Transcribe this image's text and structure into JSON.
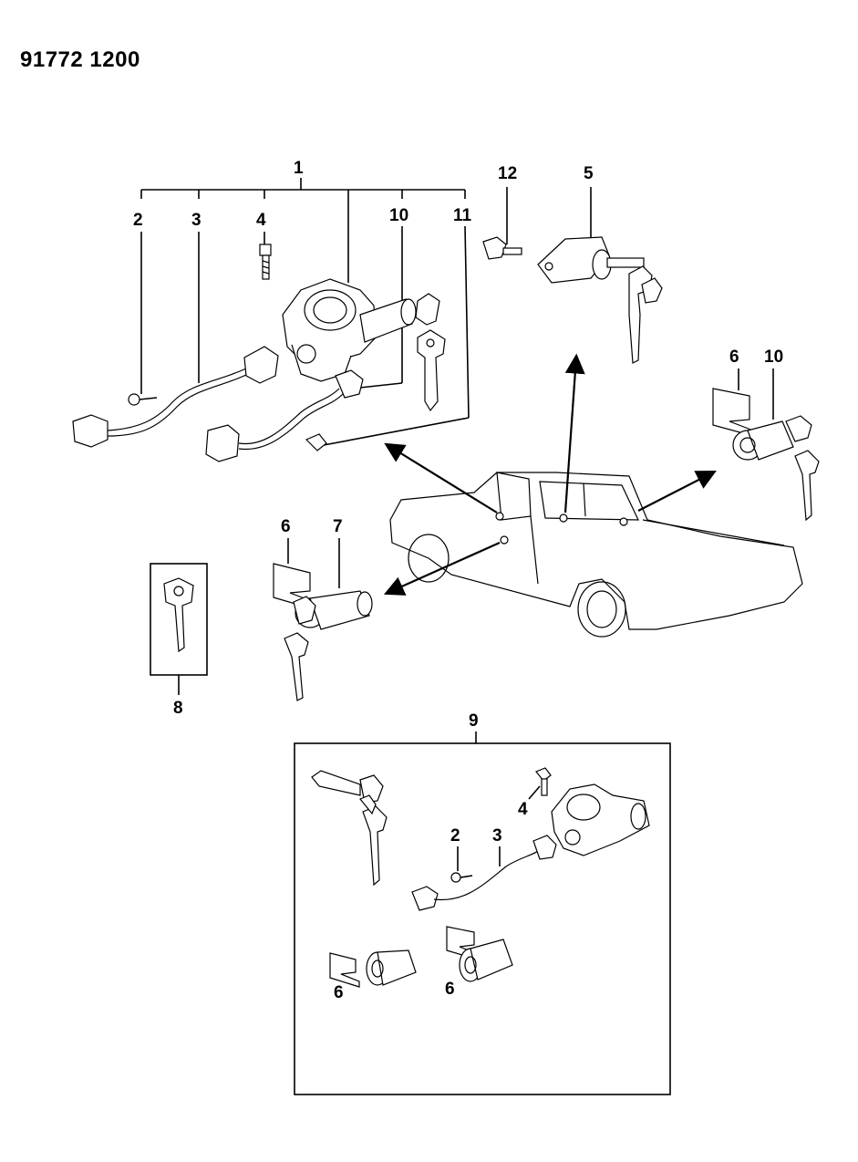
{
  "document": {
    "id": "91772 1200"
  },
  "callouts": {
    "c1": "1",
    "c2": "2",
    "c3": "3",
    "c4": "4",
    "c10": "10",
    "c11": "11",
    "c12": "12",
    "c5": "5",
    "c6_right": "6",
    "c10_right": "10",
    "c6_left": "6",
    "c7": "7",
    "c8": "8",
    "c9": "9",
    "kit_c2": "2",
    "kit_c3": "3",
    "kit_c4": "4",
    "kit_c6_a": "6",
    "kit_c6_b": "6"
  }
}
